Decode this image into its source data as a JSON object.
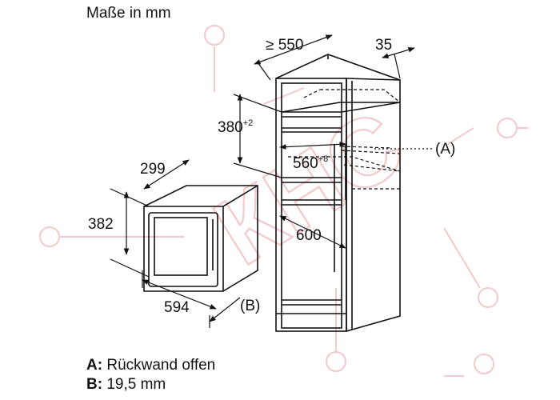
{
  "title": "Maße in mm",
  "watermark": {
    "text": "КНС"
  },
  "dimensions": {
    "width_min": "≥ 550",
    "depth": "35",
    "gap_height": "380",
    "gap_height_tol": "+2",
    "niche_width": "560",
    "niche_width_tol": "+8",
    "niche_height": "600",
    "appliance_depth": "299",
    "appliance_height": "382",
    "appliance_width": "594",
    "callout_a": "(A)",
    "callout_b": "(B)"
  },
  "legend": [
    {
      "key": "A:",
      "text": "Rückwand offen"
    },
    {
      "key": "B:",
      "text": "19,5 mm"
    }
  ],
  "colors": {
    "line": "#111111",
    "watermark": "#f3c9cb"
  }
}
